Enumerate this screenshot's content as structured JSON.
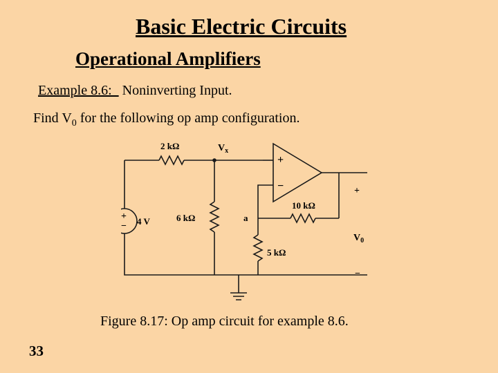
{
  "slide": {
    "title": "Basic Electric Circuits",
    "subtitle": "Operational Amplifiers",
    "example_label": "Example 8.6:  ",
    "example_text": " Noninverting Input.",
    "find_prefix": "Find V",
    "find_sub": "0",
    "find_suffix": " for the following op amp configuration.",
    "caption": "Figure 8.17:  Op amp circuit for example 8.6.",
    "page_number": "33"
  },
  "circuit": {
    "r1_label": "2 kΩ",
    "vx_label": "V",
    "vx_sub": "x",
    "source_label": "4 V",
    "r2_label": "6 kΩ",
    "node_a_label": "a",
    "rf_label": "10 kΩ",
    "r3_label": "5 kΩ",
    "plus_input": "+",
    "minus_input": "−",
    "out_plus": "+",
    "out_minus": "−",
    "vo_label": "V",
    "vo_sub": "0"
  }
}
